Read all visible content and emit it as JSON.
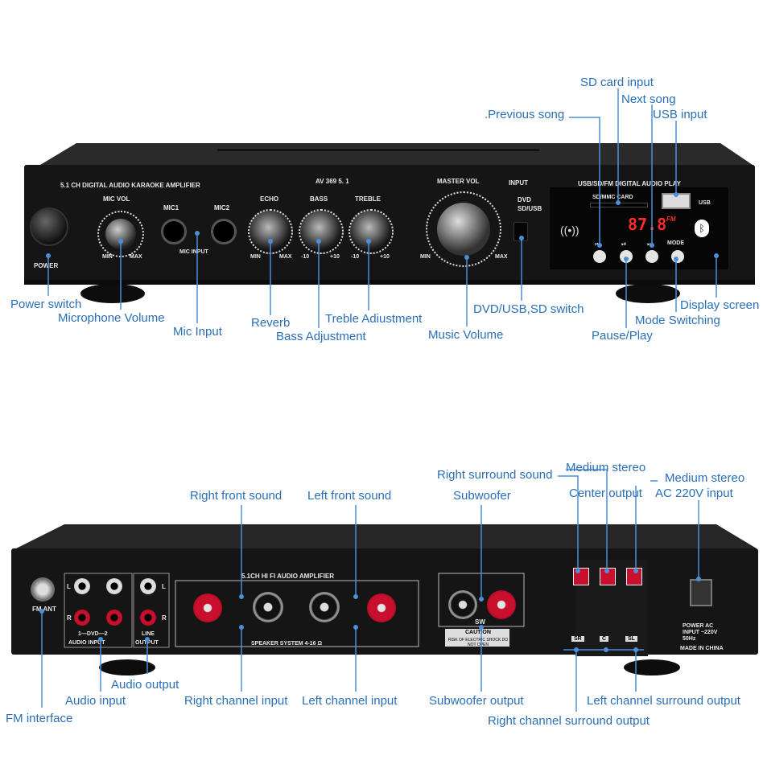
{
  "front_panel": {
    "title": "5.1 CH DIGITAL AUDIO KARAOKE AMPLIFIER",
    "model": "AV 369  5. 1",
    "power_label": "POWER",
    "mic_vol_label": "MIC VOL",
    "mic1_label": "MIC1",
    "mic2_label": "MIC2",
    "mic_input_label": "MIC INPUT",
    "echo_label": "ECHO",
    "bass_label": "BASS",
    "treble_label": "TREBLE",
    "master_vol_label": "MASTER VOL",
    "input_label": "INPUT",
    "dvd_label": "DVD",
    "sdusb_label": "SD/USB",
    "min_label": "MIN",
    "max_label": "MAX",
    "minus10_label": "-10",
    "plus10_label": "+10",
    "usb_panel_title": "USB/SD/FM DIGITAL AUDIO PLAY",
    "sd_card_label": "SD/MMC CARD",
    "usb_label": "USB",
    "display_value": "87.8",
    "display_unit": "FM",
    "mode_label": "MODE"
  },
  "back_panel": {
    "hifi_title": "5.1CH HI FI AUDIO AMPLIFIER",
    "speaker_system": "SPEAKER SYSTEM 4-16 Ω",
    "sw_label": "SW",
    "caution_title": "CAUTION",
    "caution_text": "RISK OF ELECTRIC SHOCK DO NOT OPEN",
    "fm_ant_label": "FM ANT",
    "dvd_label": "1—DVD—2",
    "audio_input_label": "AUDIO INPUT",
    "line_output_label": "LINE OUTPUT",
    "line_label": "LINE",
    "output_label": "OUTPUT",
    "l_label": "L",
    "r_label": "R",
    "sr_label": "SR",
    "c_label": "C",
    "sl_label": "SL",
    "power_ac_label": "POWER AC INPUT ~220V 50Hz",
    "made_in": "MADE IN CHINA"
  },
  "callouts": {
    "sd_card_input": "SD card input",
    "next_song": "Next song",
    "previous_song": ".Previous song",
    "usb_input": "USB input",
    "power_switch": "Power switch",
    "microphone_volume": "Microphone Volume",
    "mic_input": "Mic Input",
    "reverb": "Reverb",
    "bass_adjustment": "Bass Adjustment",
    "treble_adjustment": "Treble Adiustment",
    "music_volume": "Music Volume",
    "dvd_usb_sd_switch": "DVD/USB,SD switch",
    "pause_play": "Pause/Play",
    "mode_switching": "Mode Switching",
    "display_screen": "Display screen",
    "right_surround_sound": "Right surround sound",
    "medium_stereo_1": "Medium stereo",
    "medium_stereo_2": "Medium stereo",
    "center_output": "Center output",
    "ac_220v_input": "AC 220V input",
    "right_front_sound": "Right front sound",
    "left_front_sound": "Left front sound",
    "subwoofer": "Subwoofer",
    "audio_output": "Audio output",
    "audio_input": "Audio input",
    "fm_interface": "FM interface",
    "right_channel_input": "Right channel input",
    "left_channel_input": "Left channel input",
    "subwoofer_output": "Subwoofer output",
    "left_channel_surround_output": "Left channel surround output",
    "right_channel_surround_output": "Right channel surround output"
  },
  "colors": {
    "callout_text": "#2a6fb5",
    "callout_line": "#4a90d9",
    "chassis": "#111111",
    "panel": "#1c1c1c",
    "terminal_red": "#c8102e",
    "display_red": "#ff2a2a"
  }
}
